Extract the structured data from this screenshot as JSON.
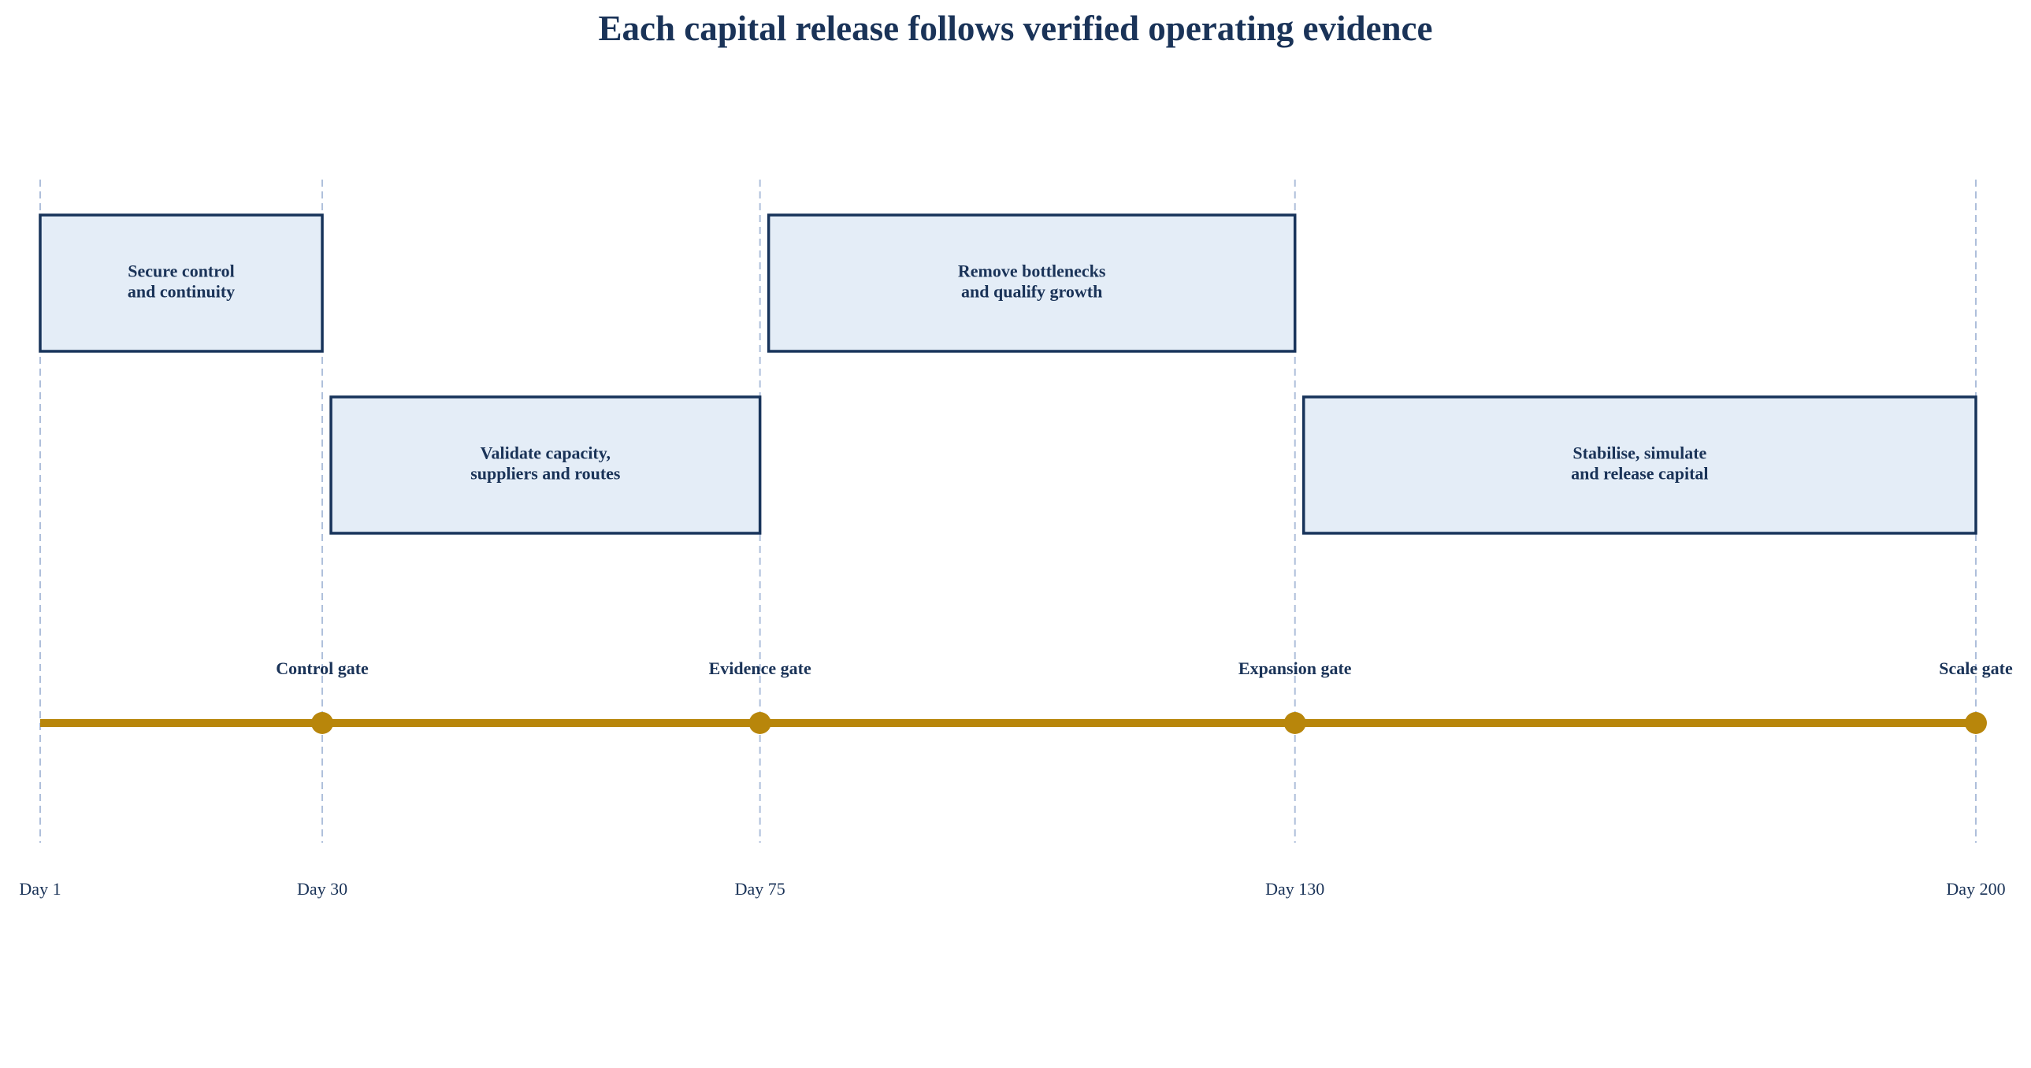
{
  "title": "Each capital release follows verified operating evidence",
  "colors": {
    "accent": "#b8860b",
    "phase_fill": "#e4edf7",
    "phase_stroke": "#17335a",
    "guide": "#aebfdb",
    "text": "#1a3358"
  },
  "chart_data": {
    "type": "timeline",
    "title": "Each capital release follows verified operating evidence",
    "x_range": [
      1,
      200
    ],
    "day_ticks": [
      {
        "day": 1,
        "label": "Day 1"
      },
      {
        "day": 30,
        "label": "Day 30"
      },
      {
        "day": 75,
        "label": "Day 75"
      },
      {
        "day": 130,
        "label": "Day 130"
      },
      {
        "day": 200,
        "label": "Day 200"
      }
    ],
    "gates": [
      {
        "day": 30,
        "label": "Control gate"
      },
      {
        "day": 75,
        "label": "Evidence gate"
      },
      {
        "day": 130,
        "label": "Expansion gate"
      },
      {
        "day": 200,
        "label": "Scale gate"
      }
    ],
    "phases": [
      {
        "start": 1,
        "end": 30,
        "row": 1,
        "lines": [
          "Secure control",
          "and continuity"
        ]
      },
      {
        "start": 30,
        "end": 75,
        "row": 2,
        "lines": [
          "Validate capacity,",
          "suppliers and routes"
        ]
      },
      {
        "start": 75,
        "end": 130,
        "row": 1,
        "lines": [
          "Remove bottlenecks",
          "and qualify growth"
        ]
      },
      {
        "start": 130,
        "end": 200,
        "row": 2,
        "lines": [
          "Stabilise, simulate",
          "and release capital"
        ]
      }
    ]
  }
}
